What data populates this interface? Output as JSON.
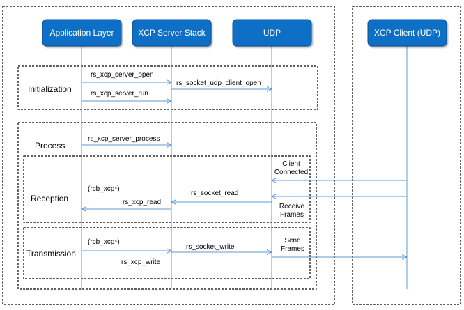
{
  "participants": {
    "application_layer": "Application Layer",
    "xcp_server_stack": "XCP Server Stack",
    "udp": "UDP",
    "xcp_client": "XCP Client (UDP)"
  },
  "sections": {
    "initialization": "Initialization",
    "process": "Process",
    "reception": "Reception",
    "transmission": "Transmission"
  },
  "messages": {
    "server_open": "rs_xcp_server_open",
    "server_run": "rs_xcp_server_run",
    "socket_udp_client_open": "rs_socket_udp_client_open",
    "server_process": "rs_xcp_server_process",
    "client_connected_1": "Client",
    "client_connected_2": "Connected",
    "socket_read": "rs_socket_read",
    "rcb_xcp_reception": "(rcb_xcp*)",
    "xcp_read": "rs_xcp_read",
    "receive_frames_1": "Receive",
    "receive_frames_2": "Frames",
    "rcb_xcp_transmission": "(rcb_xcp*)",
    "socket_write": "rs_socket_write",
    "send_frames_1": "Send",
    "send_frames_2": "Frames",
    "xcp_write": "rs_xcp_write"
  },
  "colors": {
    "box_fill": "#0d6fc6",
    "box_stroke": "#0a4f95",
    "lifeline": "#5b9bd5",
    "frame": "#000000"
  }
}
